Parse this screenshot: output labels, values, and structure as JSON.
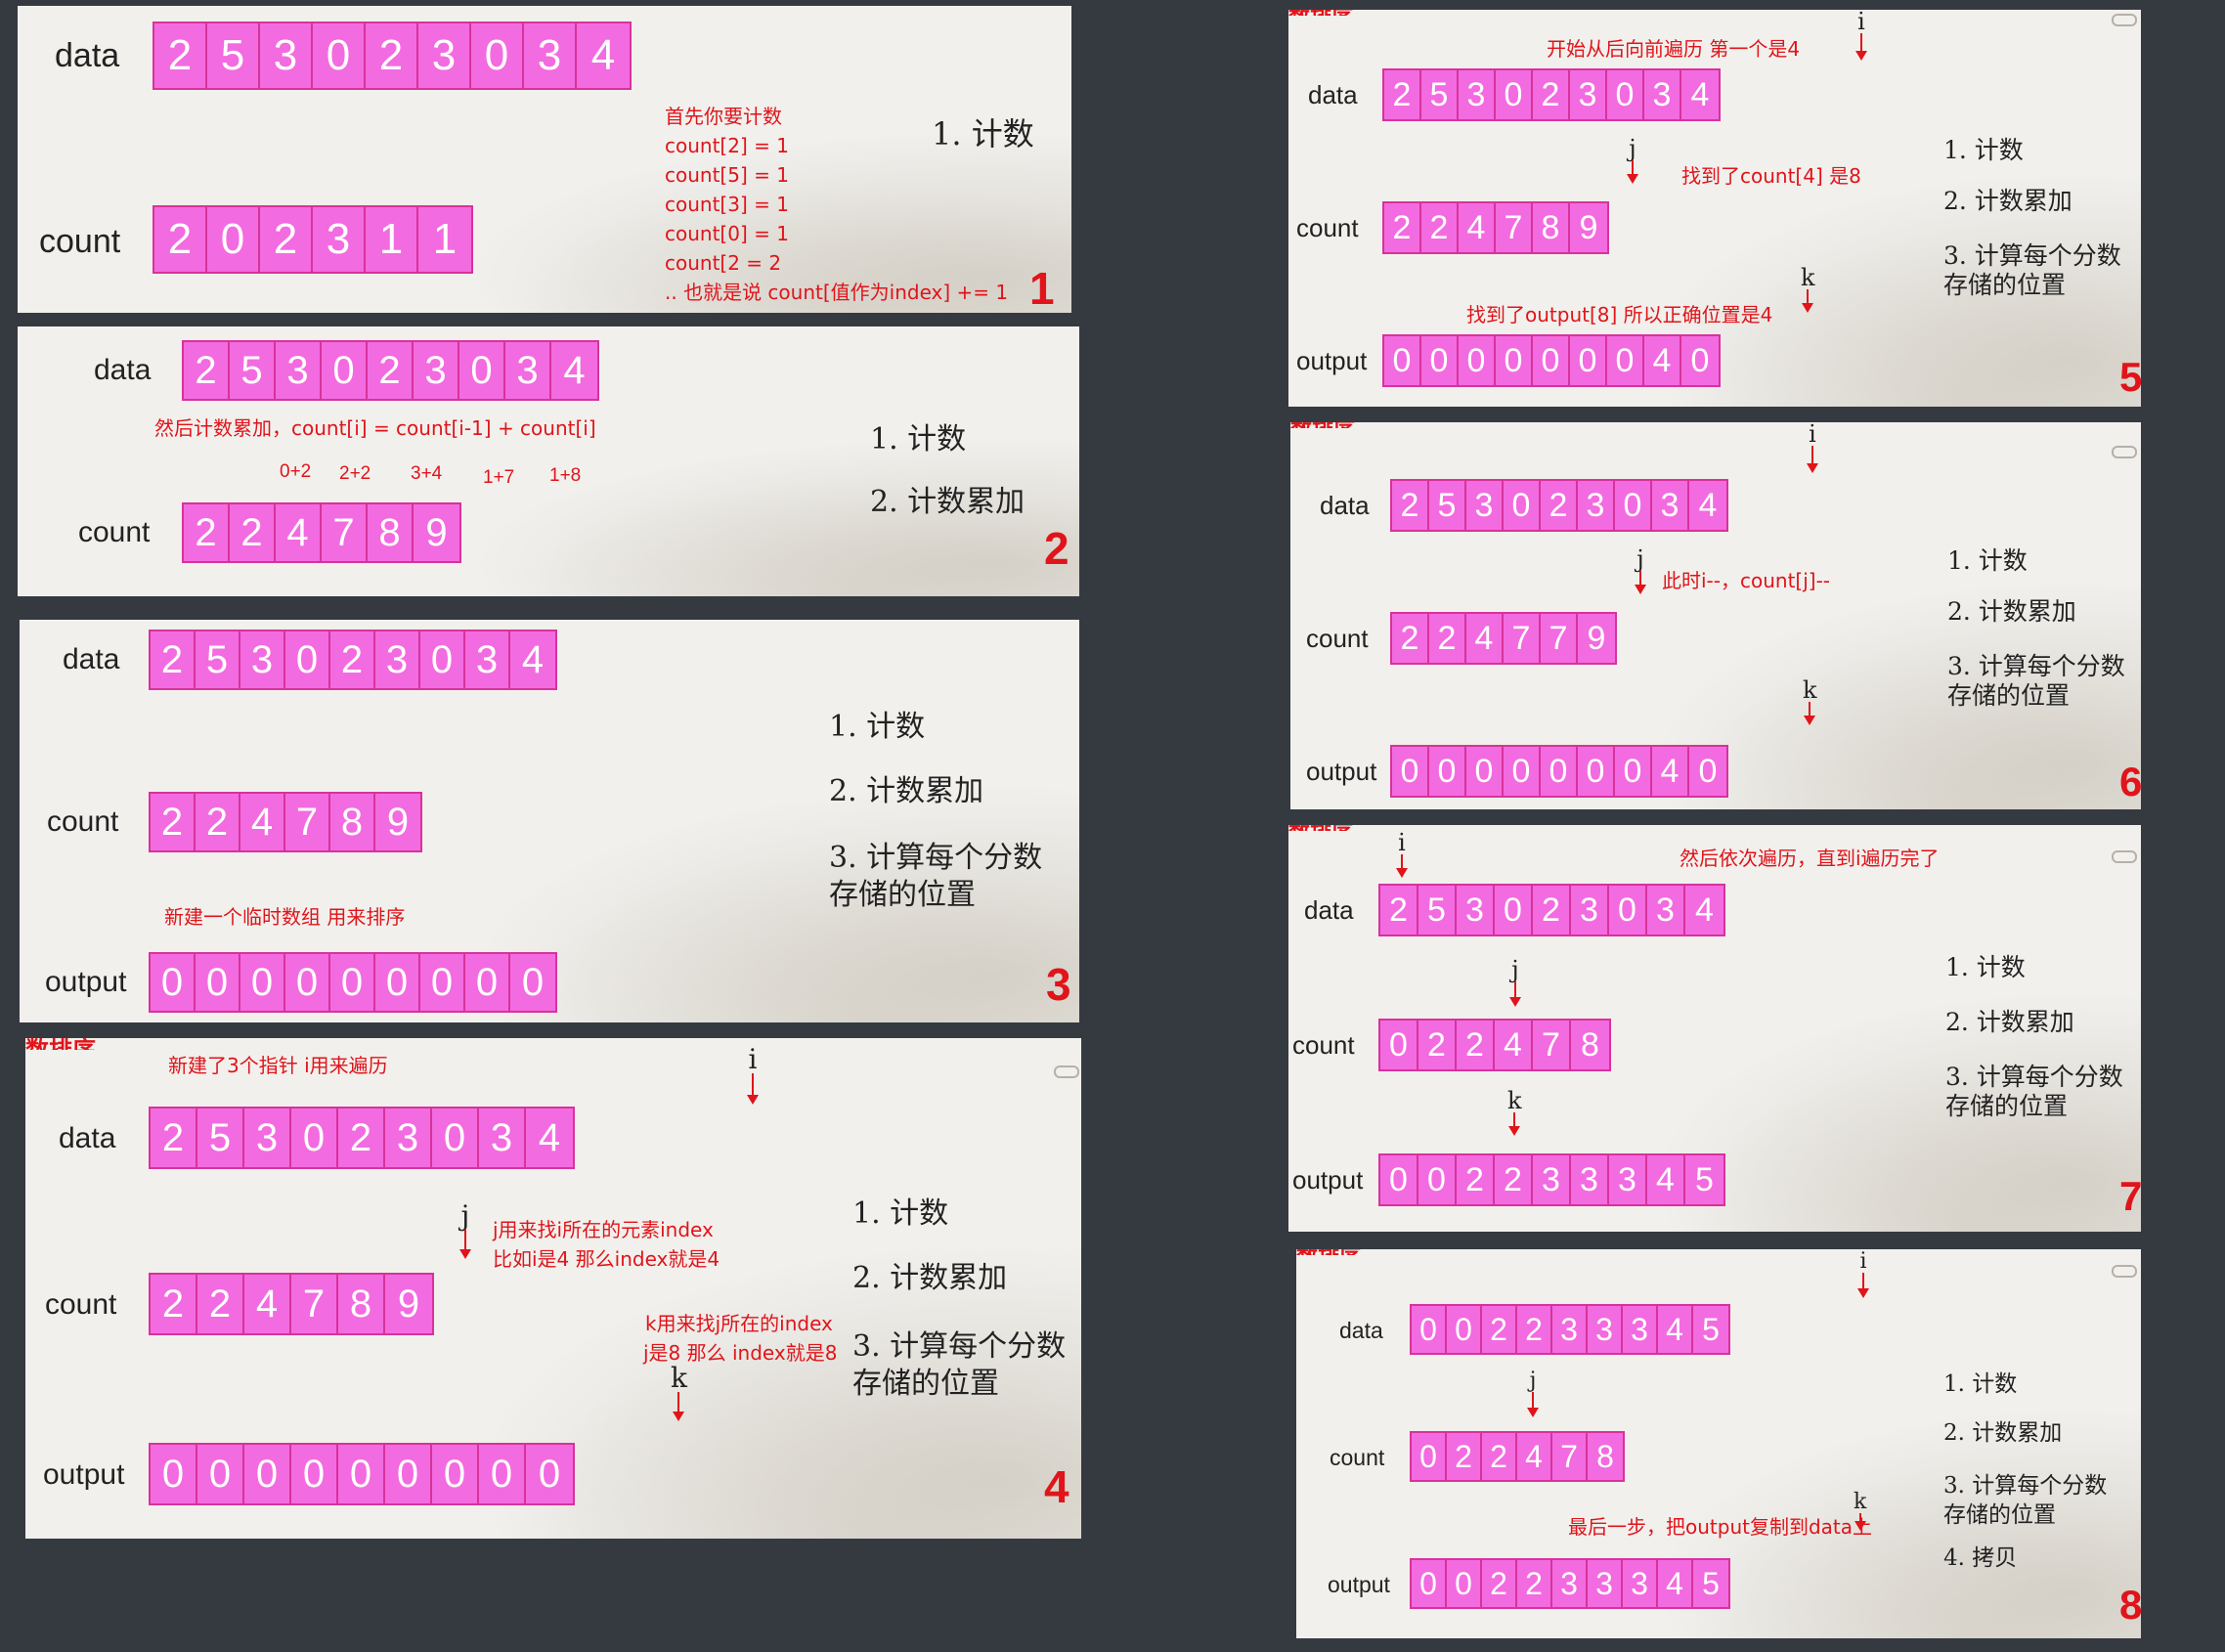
{
  "labels": {
    "data": "data",
    "count": "count",
    "output": "output"
  },
  "steps": {
    "s1": "1. 计数",
    "s2": "2. 计数累加",
    "s3a": "3. 计算每个分数",
    "s3b": "存储的位置",
    "s4": "4. 拷贝"
  },
  "pointers": {
    "i": "i",
    "j": "j",
    "k": "k"
  },
  "header_fragment": "数排序",
  "panel1": {
    "number": "1",
    "data": [
      "2",
      "5",
      "3",
      "0",
      "2",
      "3",
      "0",
      "3",
      "4"
    ],
    "count": [
      "2",
      "0",
      "2",
      "3",
      "1",
      "1"
    ],
    "notes": [
      "首先你要计数",
      "count[2] = 1",
      "count[5] = 1",
      "count[3] = 1",
      "count[0] = 1",
      "count[2 = 2",
      ".. 也就是说 count[值作为index] += 1"
    ]
  },
  "panel2": {
    "number": "2",
    "data": [
      "2",
      "5",
      "3",
      "0",
      "2",
      "3",
      "0",
      "3",
      "4"
    ],
    "count": [
      "2",
      "2",
      "4",
      "7",
      "8",
      "9"
    ],
    "note": "然后计数累加，count[i] = count[i-1] + count[i]",
    "sums": [
      "0+2",
      "2+2",
      "3+4",
      "1+7",
      "1+8"
    ]
  },
  "panel3": {
    "number": "3",
    "data": [
      "2",
      "5",
      "3",
      "0",
      "2",
      "3",
      "0",
      "3",
      "4"
    ],
    "count": [
      "2",
      "2",
      "4",
      "7",
      "8",
      "9"
    ],
    "output": [
      "0",
      "0",
      "0",
      "0",
      "0",
      "0",
      "0",
      "0",
      "0"
    ],
    "note": "新建一个临时数组 用来排序"
  },
  "panel4": {
    "number": "4",
    "data": [
      "2",
      "5",
      "3",
      "0",
      "2",
      "3",
      "0",
      "3",
      "4"
    ],
    "count": [
      "2",
      "2",
      "4",
      "7",
      "8",
      "9"
    ],
    "output": [
      "0",
      "0",
      "0",
      "0",
      "0",
      "0",
      "0",
      "0",
      "0"
    ],
    "note_top": "新建了3个指针 i用来遍历",
    "note_j1": "j用来找i所在的元素index",
    "note_j2": "比如i是4 那么index就是4",
    "note_k1": "k用来找j所在的index",
    "note_k2": "j是8 那么 index就是8"
  },
  "panel5": {
    "number": "5",
    "data": [
      "2",
      "5",
      "3",
      "0",
      "2",
      "3",
      "0",
      "3",
      "4"
    ],
    "count": [
      "2",
      "2",
      "4",
      "7",
      "8",
      "9"
    ],
    "output": [
      "0",
      "0",
      "0",
      "0",
      "0",
      "0",
      "0",
      "4",
      "0"
    ],
    "note_i": "开始从后向前遍历 第一个是4",
    "note_j": "找到了count[4] 是8",
    "note_k": "找到了output[8] 所以正确位置是4"
  },
  "panel6": {
    "number": "6",
    "data": [
      "2",
      "5",
      "3",
      "0",
      "2",
      "3",
      "0",
      "3",
      "4"
    ],
    "count": [
      "2",
      "2",
      "4",
      "7",
      "7",
      "9"
    ],
    "output": [
      "0",
      "0",
      "0",
      "0",
      "0",
      "0",
      "0",
      "4",
      "0"
    ],
    "note": "此时i--，count[j]--"
  },
  "panel7": {
    "number": "7",
    "data": [
      "2",
      "5",
      "3",
      "0",
      "2",
      "3",
      "0",
      "3",
      "4"
    ],
    "count": [
      "0",
      "2",
      "2",
      "4",
      "7",
      "8"
    ],
    "output": [
      "0",
      "0",
      "2",
      "2",
      "3",
      "3",
      "3",
      "4",
      "5"
    ],
    "note": "然后依次遍历，直到i遍历完了"
  },
  "panel8": {
    "number": "8",
    "data": [
      "0",
      "0",
      "2",
      "2",
      "3",
      "3",
      "3",
      "4",
      "5"
    ],
    "count": [
      "0",
      "2",
      "2",
      "4",
      "7",
      "8"
    ],
    "output": [
      "0",
      "0",
      "2",
      "2",
      "3",
      "3",
      "3",
      "4",
      "5"
    ],
    "note": "最后一步，把output复制到data上"
  },
  "colors": {
    "cell_fill": "#f36be0",
    "cell_border": "#d8329b",
    "note": "#e0141a",
    "background": "#353a41"
  }
}
